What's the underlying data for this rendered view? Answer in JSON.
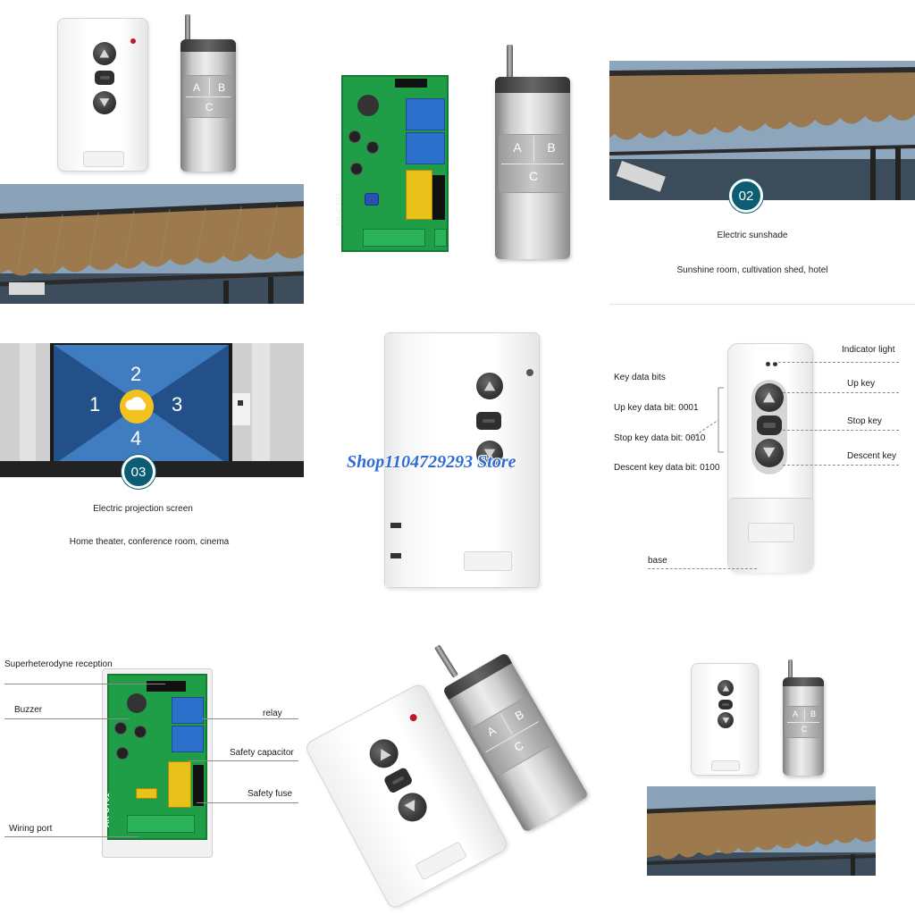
{
  "watermark": "Shop1104729293 Store",
  "remote_metal": {
    "key_a": "A",
    "key_b": "B",
    "key_c": "C"
  },
  "pcb": {
    "silk_model": "AK-CY01"
  },
  "sunshade_panel": {
    "badge": "02",
    "title": "Electric sunshade",
    "subtitle": "Sunshine room, cultivation shed, hotel"
  },
  "projection_panel": {
    "badge": "03",
    "title": "Electric projection screen",
    "subtitle": "Home theater, conference room, cinema",
    "screen_numbers": [
      "1",
      "2",
      "3",
      "4"
    ]
  },
  "key_diagram": {
    "heading": "Key data bits",
    "lines": [
      "Up key data bit: 0001",
      "Stop key data bit: 0010",
      "Descent key data bit: 0100"
    ],
    "callouts": {
      "indicator": "Indicator light",
      "up": "Up key",
      "stop": "Stop key",
      "descent": "Descent key",
      "base": "base"
    }
  },
  "pcb_diagram": {
    "left": [
      "Superheterodyne reception",
      "Buzzer",
      "Wiring port"
    ],
    "right": [
      "relay",
      "Safety capacitor",
      "Safety fuse"
    ]
  },
  "icons": [
    "arrow-up-icon",
    "stop-icon",
    "arrow-down-icon",
    "indicator-led-icon",
    "cloud-upload-icon"
  ]
}
